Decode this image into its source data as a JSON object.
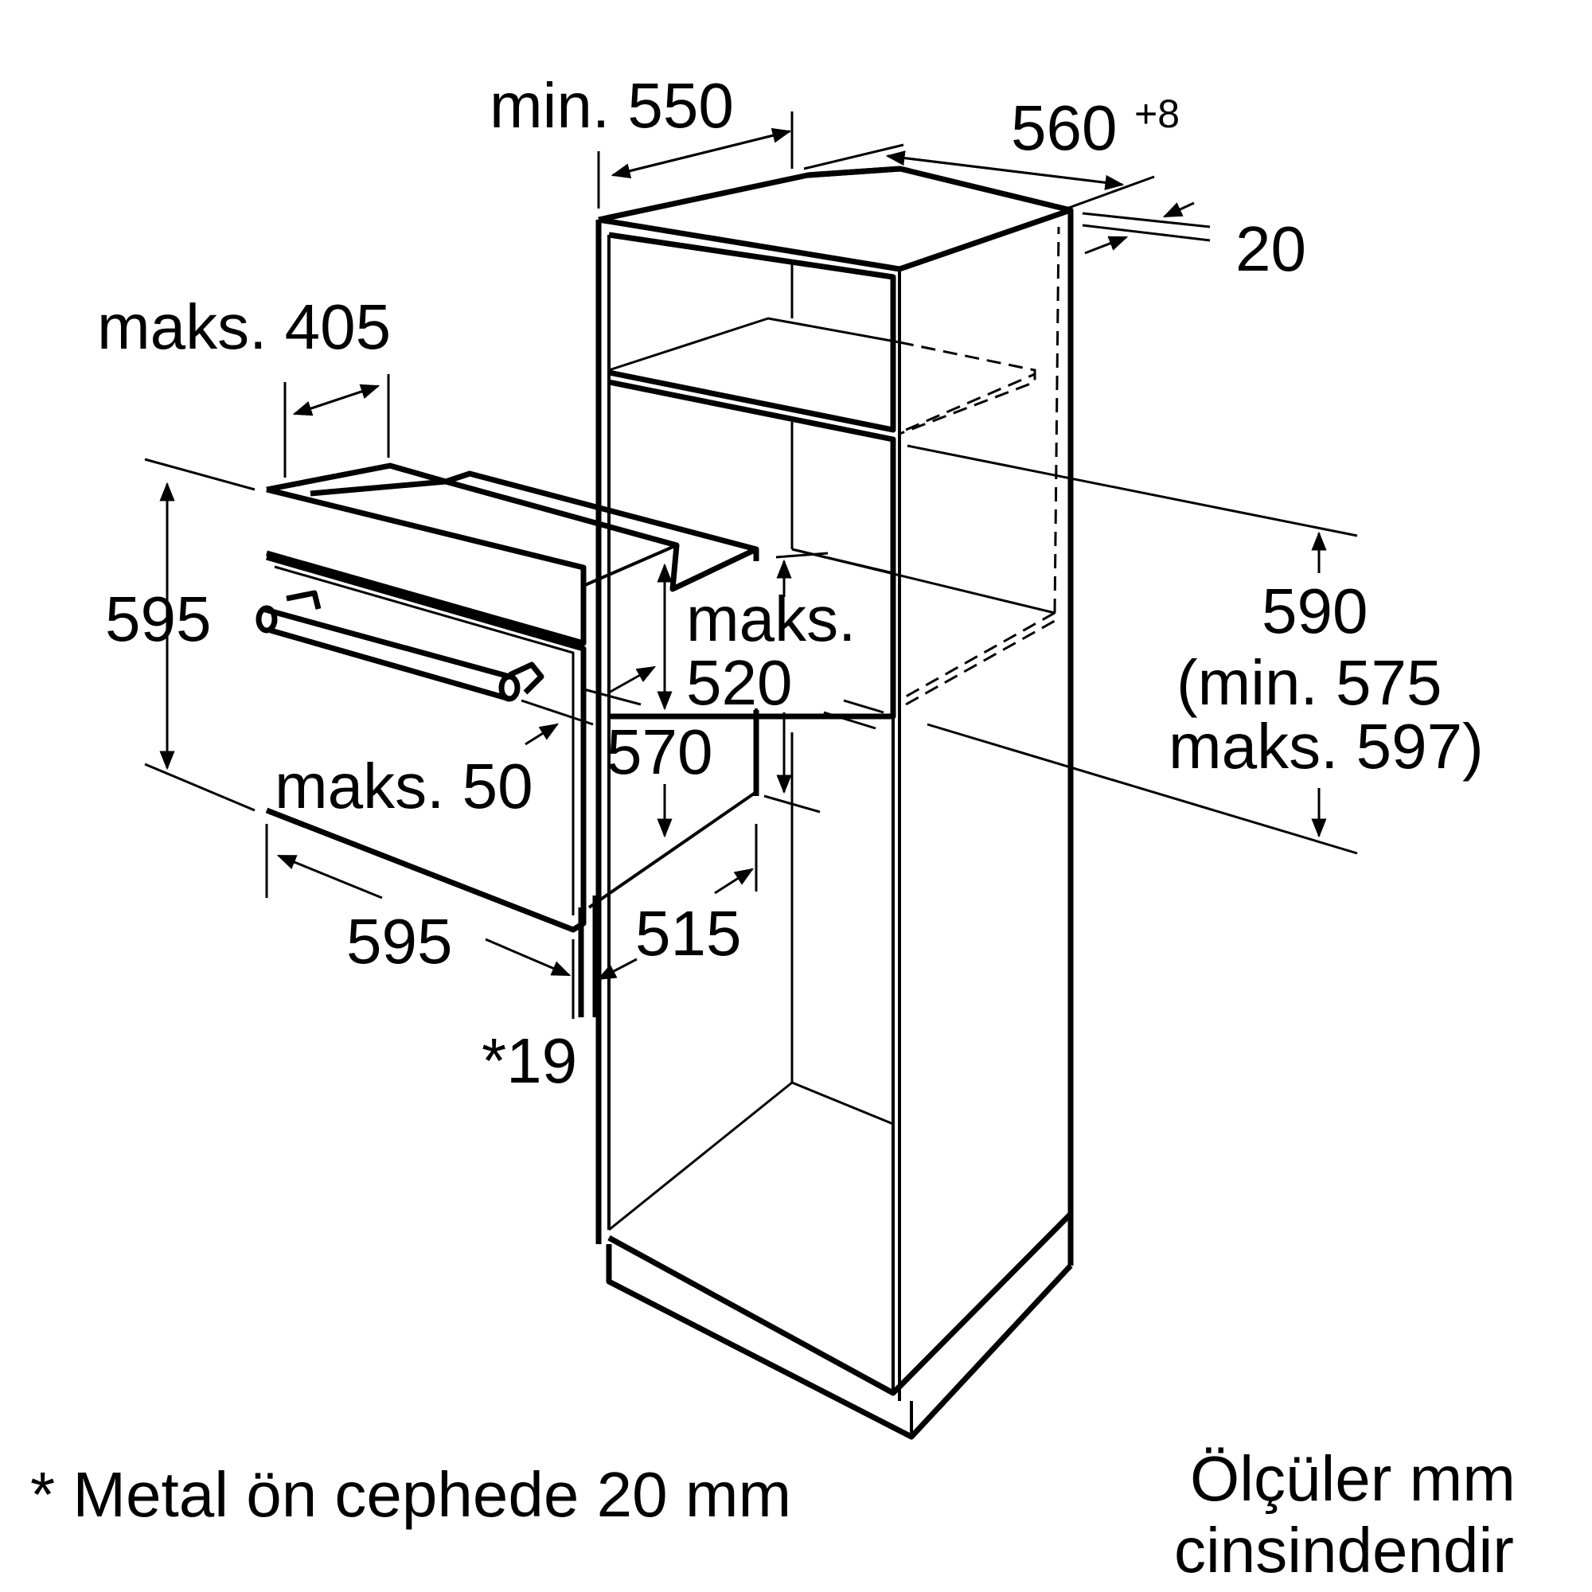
{
  "labels": {
    "min_550": "min. 550",
    "w560": "560",
    "w560_tol": "+8",
    "d20": "20",
    "maks_405": "maks. 405",
    "h595": "595",
    "maks_word": "maks.",
    "v520": "520",
    "v590": "590",
    "min_575": "(min. 575",
    "maks_597": "maks. 597)",
    "v570": "570",
    "maks_50": "maks. 50",
    "w595": "595",
    "v515": "515",
    "v19": "*19"
  },
  "notes": {
    "footnote": "* Metal ön cephede 20 mm",
    "units_line1": "Ölçüler mm",
    "units_line2": "cinsindendir"
  }
}
